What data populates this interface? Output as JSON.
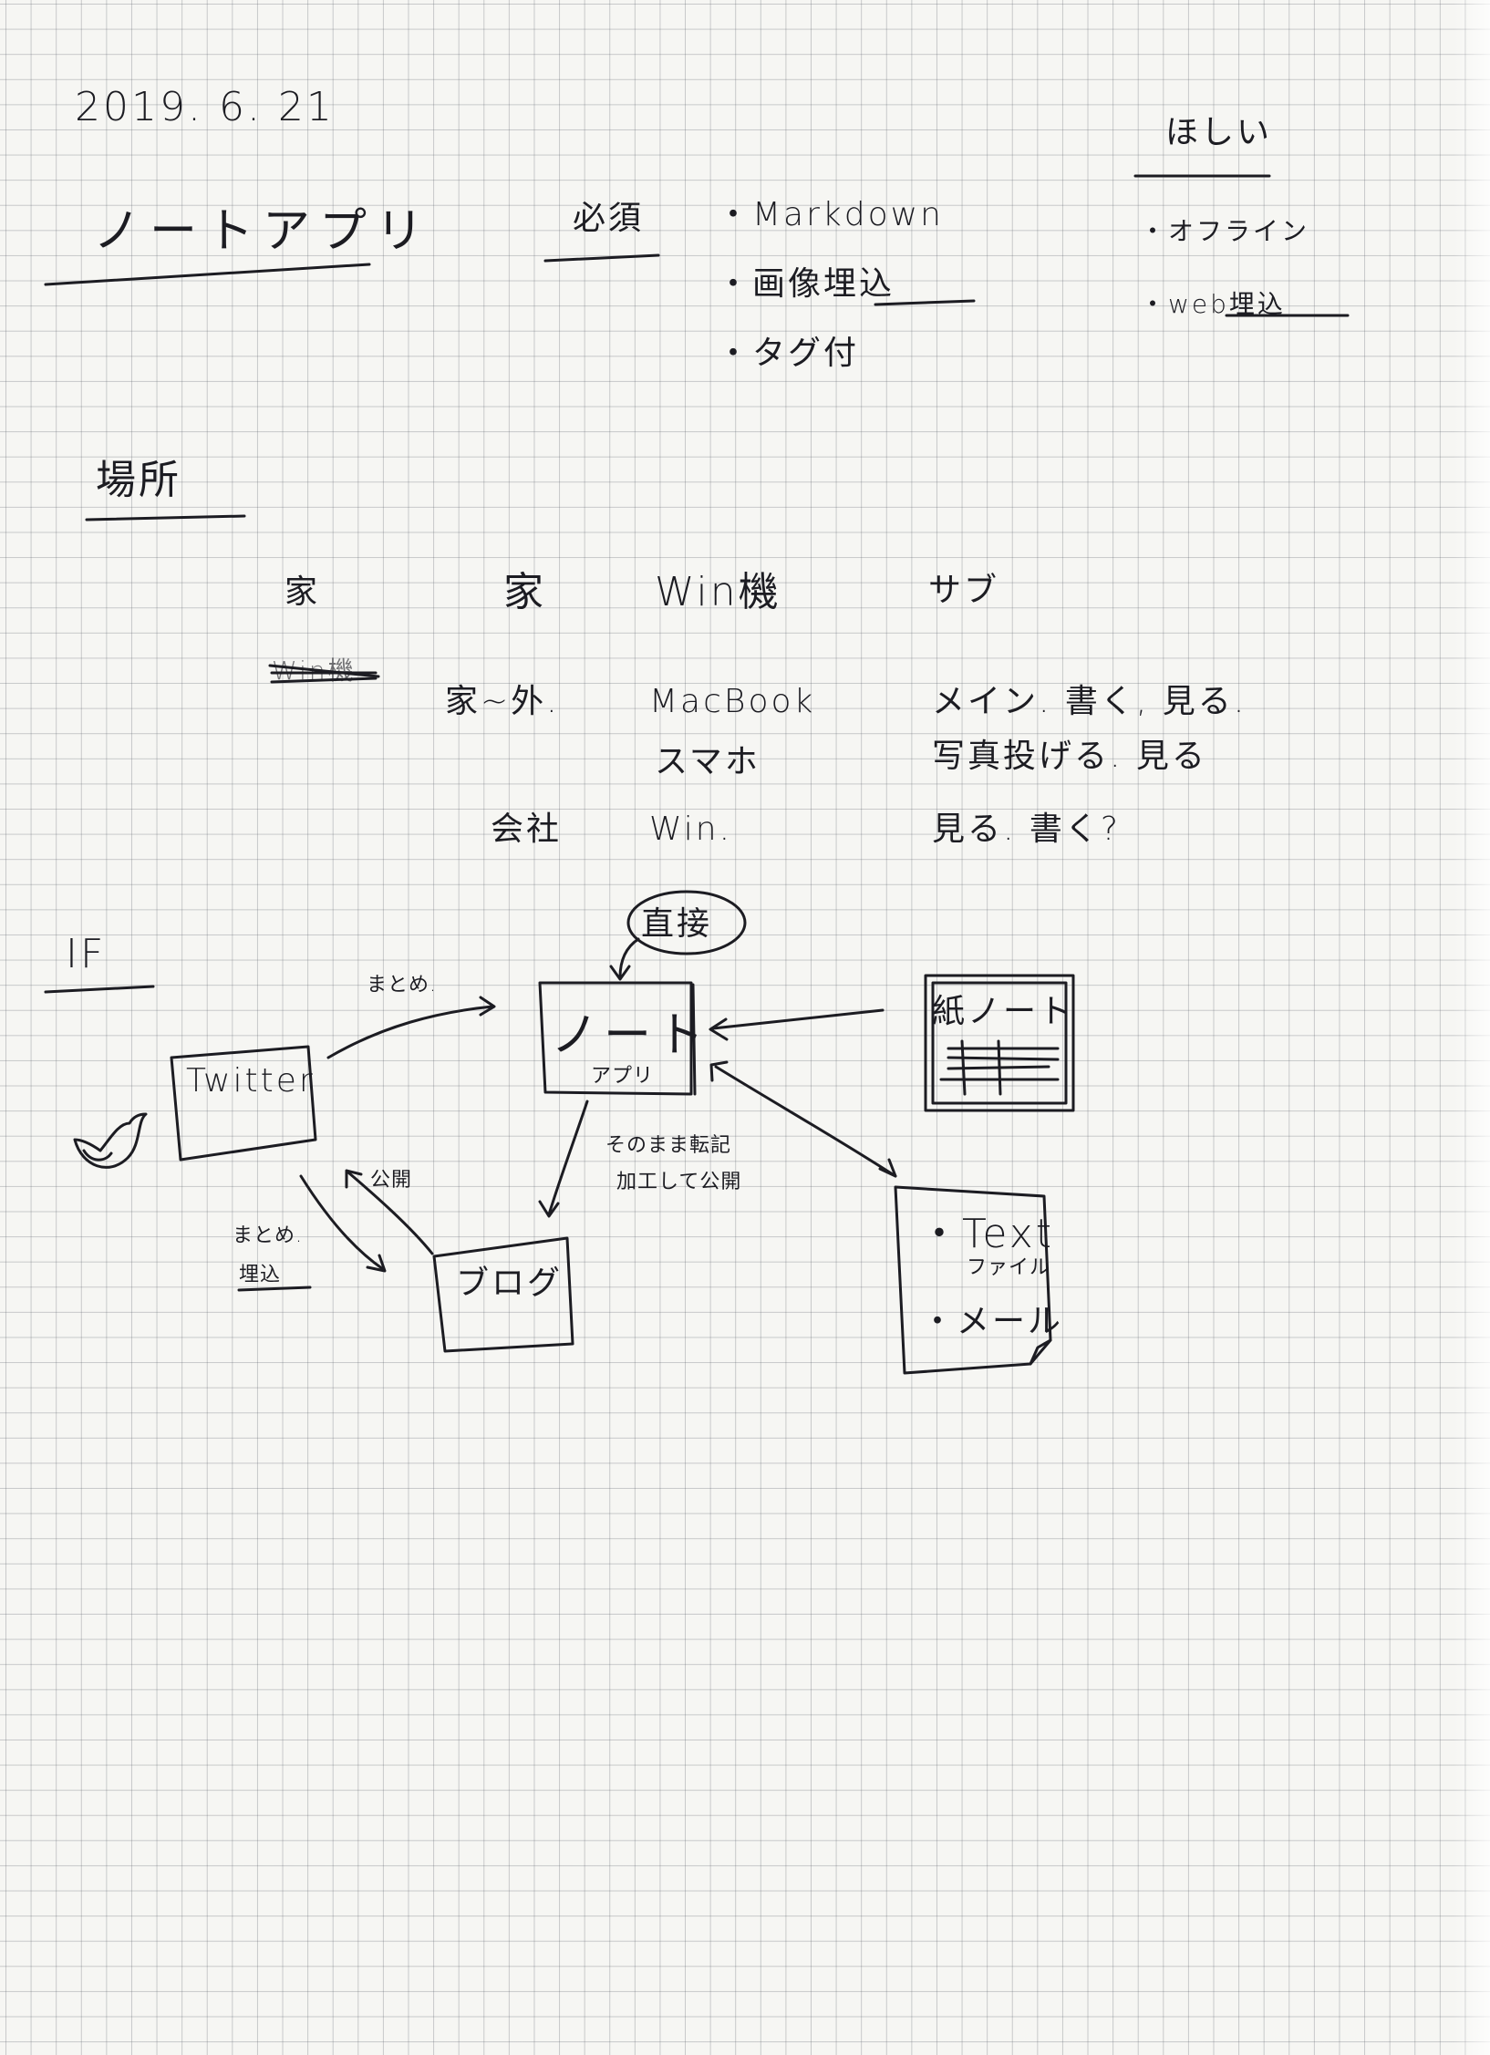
{
  "date": "2019. 6. 21",
  "title": "ノートアプリ",
  "requirements": {
    "heading": "必須",
    "items": [
      "・Markdown",
      "・画像埋込",
      "・タグ付"
    ]
  },
  "wants": {
    "heading": "ほしい",
    "items": [
      "・オフライン",
      "・web埋込"
    ]
  },
  "places": {
    "heading": "場所",
    "rows": [
      {
        "where": "家",
        "device": "Win機",
        "role": "サブ"
      },
      {
        "where": "家~外.",
        "device": "MacBook",
        "role": "メイン. 書く, 見る."
      },
      {
        "where": "",
        "device": "スマホ",
        "role": "写真投げる. 見る"
      },
      {
        "where": "会社",
        "device": "Win.",
        "role": "見る. 書く?"
      }
    ],
    "crossed": [
      "家",
      "Win機"
    ]
  },
  "if_section": {
    "heading": "IF",
    "nodes": {
      "center_main": "ノート",
      "center_sub": "アプリ",
      "direct": "直接",
      "paper_note": "紙ノート",
      "twitter": "Twitter",
      "blog": "ブログ",
      "text_file": "・Text",
      "file_sub": "ファイル",
      "mail": "・メール"
    },
    "edge_labels": {
      "twitter_to_note": "まとめ.",
      "blog_publish": "公開",
      "twitter_to_blog_1": "まとめ.",
      "twitter_to_blog_2": "埋込",
      "note_to_blog_1": "そのまま転記",
      "note_to_blog_2": "加工して公開"
    }
  }
}
